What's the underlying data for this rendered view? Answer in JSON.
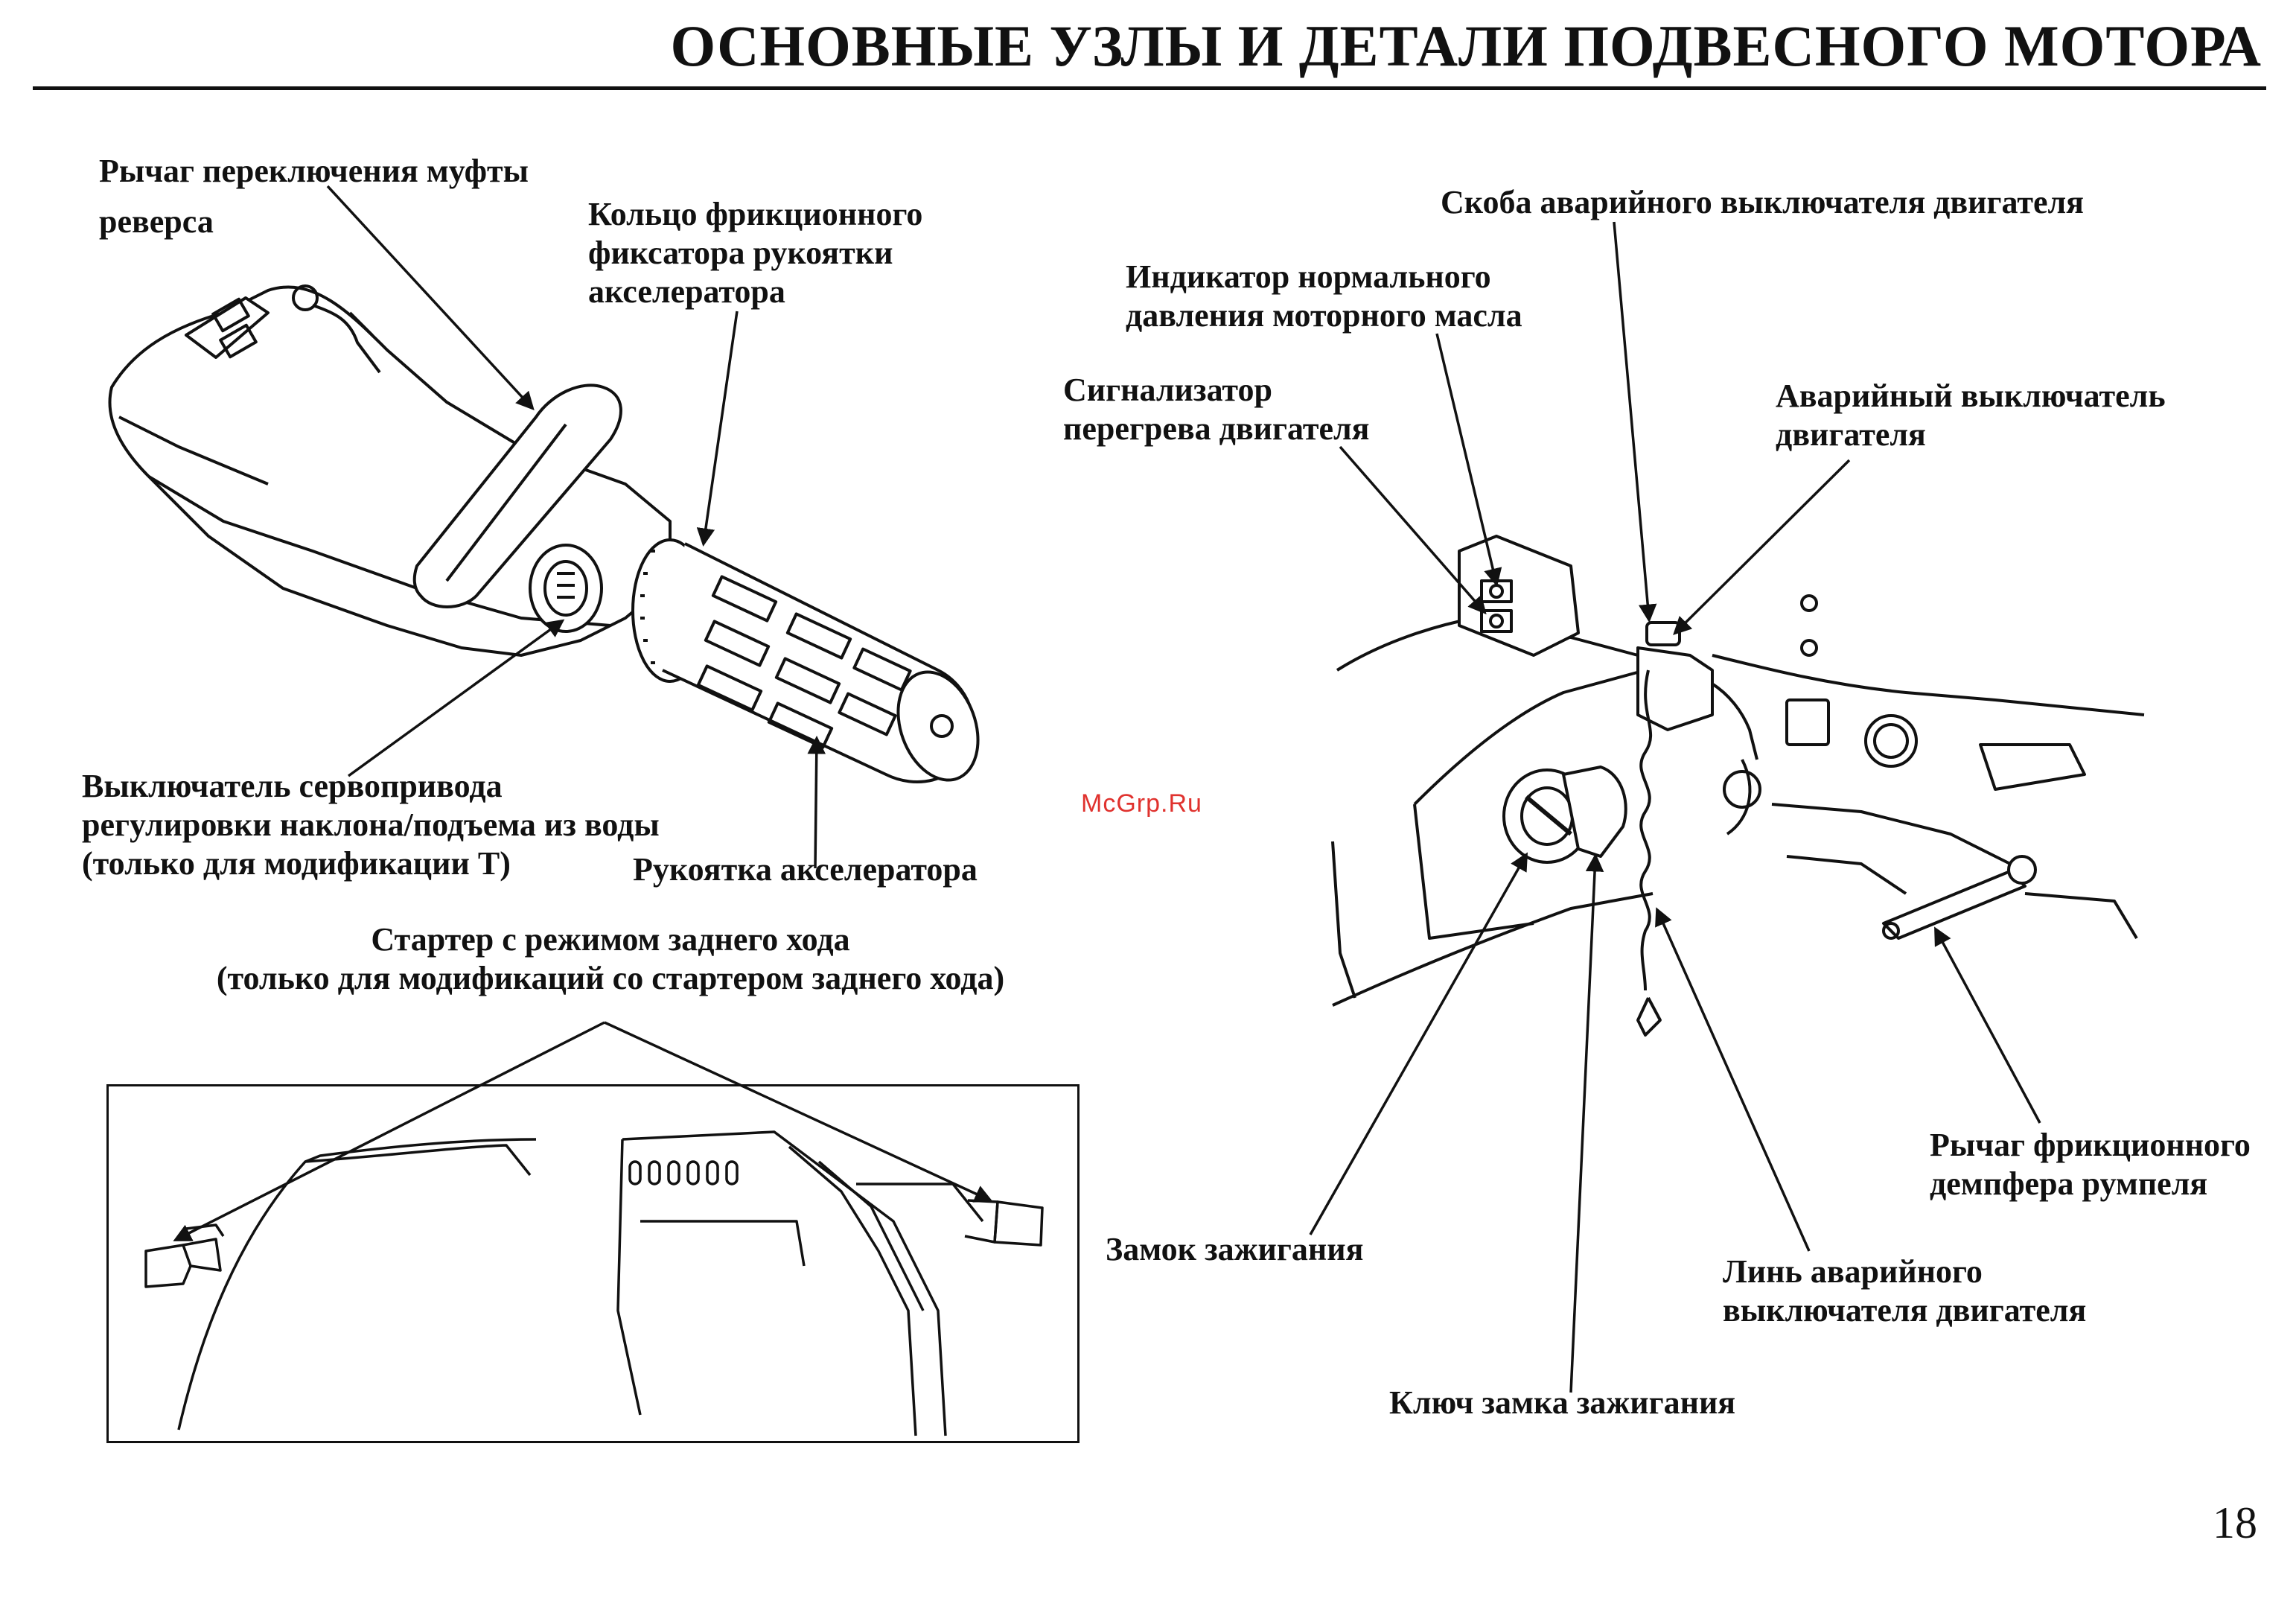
{
  "page": {
    "title": "ОСНОВНЫЕ УЗЛЫ И ДЕТАЛИ ПОДВЕСНОГО МОТОРА",
    "page_number": "18",
    "watermark": "McGrp.Ru"
  },
  "tiller_figure": {
    "labels": {
      "shift_lever": [
        "Рычаг переключения муфты",
        "реверса"
      ],
      "friction_ring": [
        "Кольцо фрикционного",
        "фиксатора рукоятки",
        "акселератора"
      ],
      "trim_switch": [
        "Выключатель сервопривода",
        "регулировки наклона/подъема из воды",
        "(только для модификации T)"
      ],
      "throttle_grip": [
        "Рукоятка акселератора"
      ]
    }
  },
  "starter_figure": {
    "labels": {
      "reverse_starter": [
        "Стартер с режимом заднего хода",
        "(только для модификаций со стартером заднего хода)"
      ]
    }
  },
  "panel_figure": {
    "labels": {
      "stop_clip": [
        "Скоба аварийного выключателя двигателя"
      ],
      "oil_indicator": [
        "Индикатор нормального",
        "давления моторного масла"
      ],
      "overheat_indicator": [
        "Сигнализатор",
        "перегрева двигателя"
      ],
      "stop_switch": [
        "Аварийный выключатель",
        "двигателя"
      ],
      "friction_damper_lever": [
        "Рычаг фрикционного",
        "демпфера румпеля"
      ],
      "ignition_switch": [
        "Замок зажигания"
      ],
      "stop_lanyard": [
        "Линь аварийного",
        "выключателя двигателя"
      ],
      "ignition_key": [
        "Ключ замка зажигания"
      ]
    }
  }
}
